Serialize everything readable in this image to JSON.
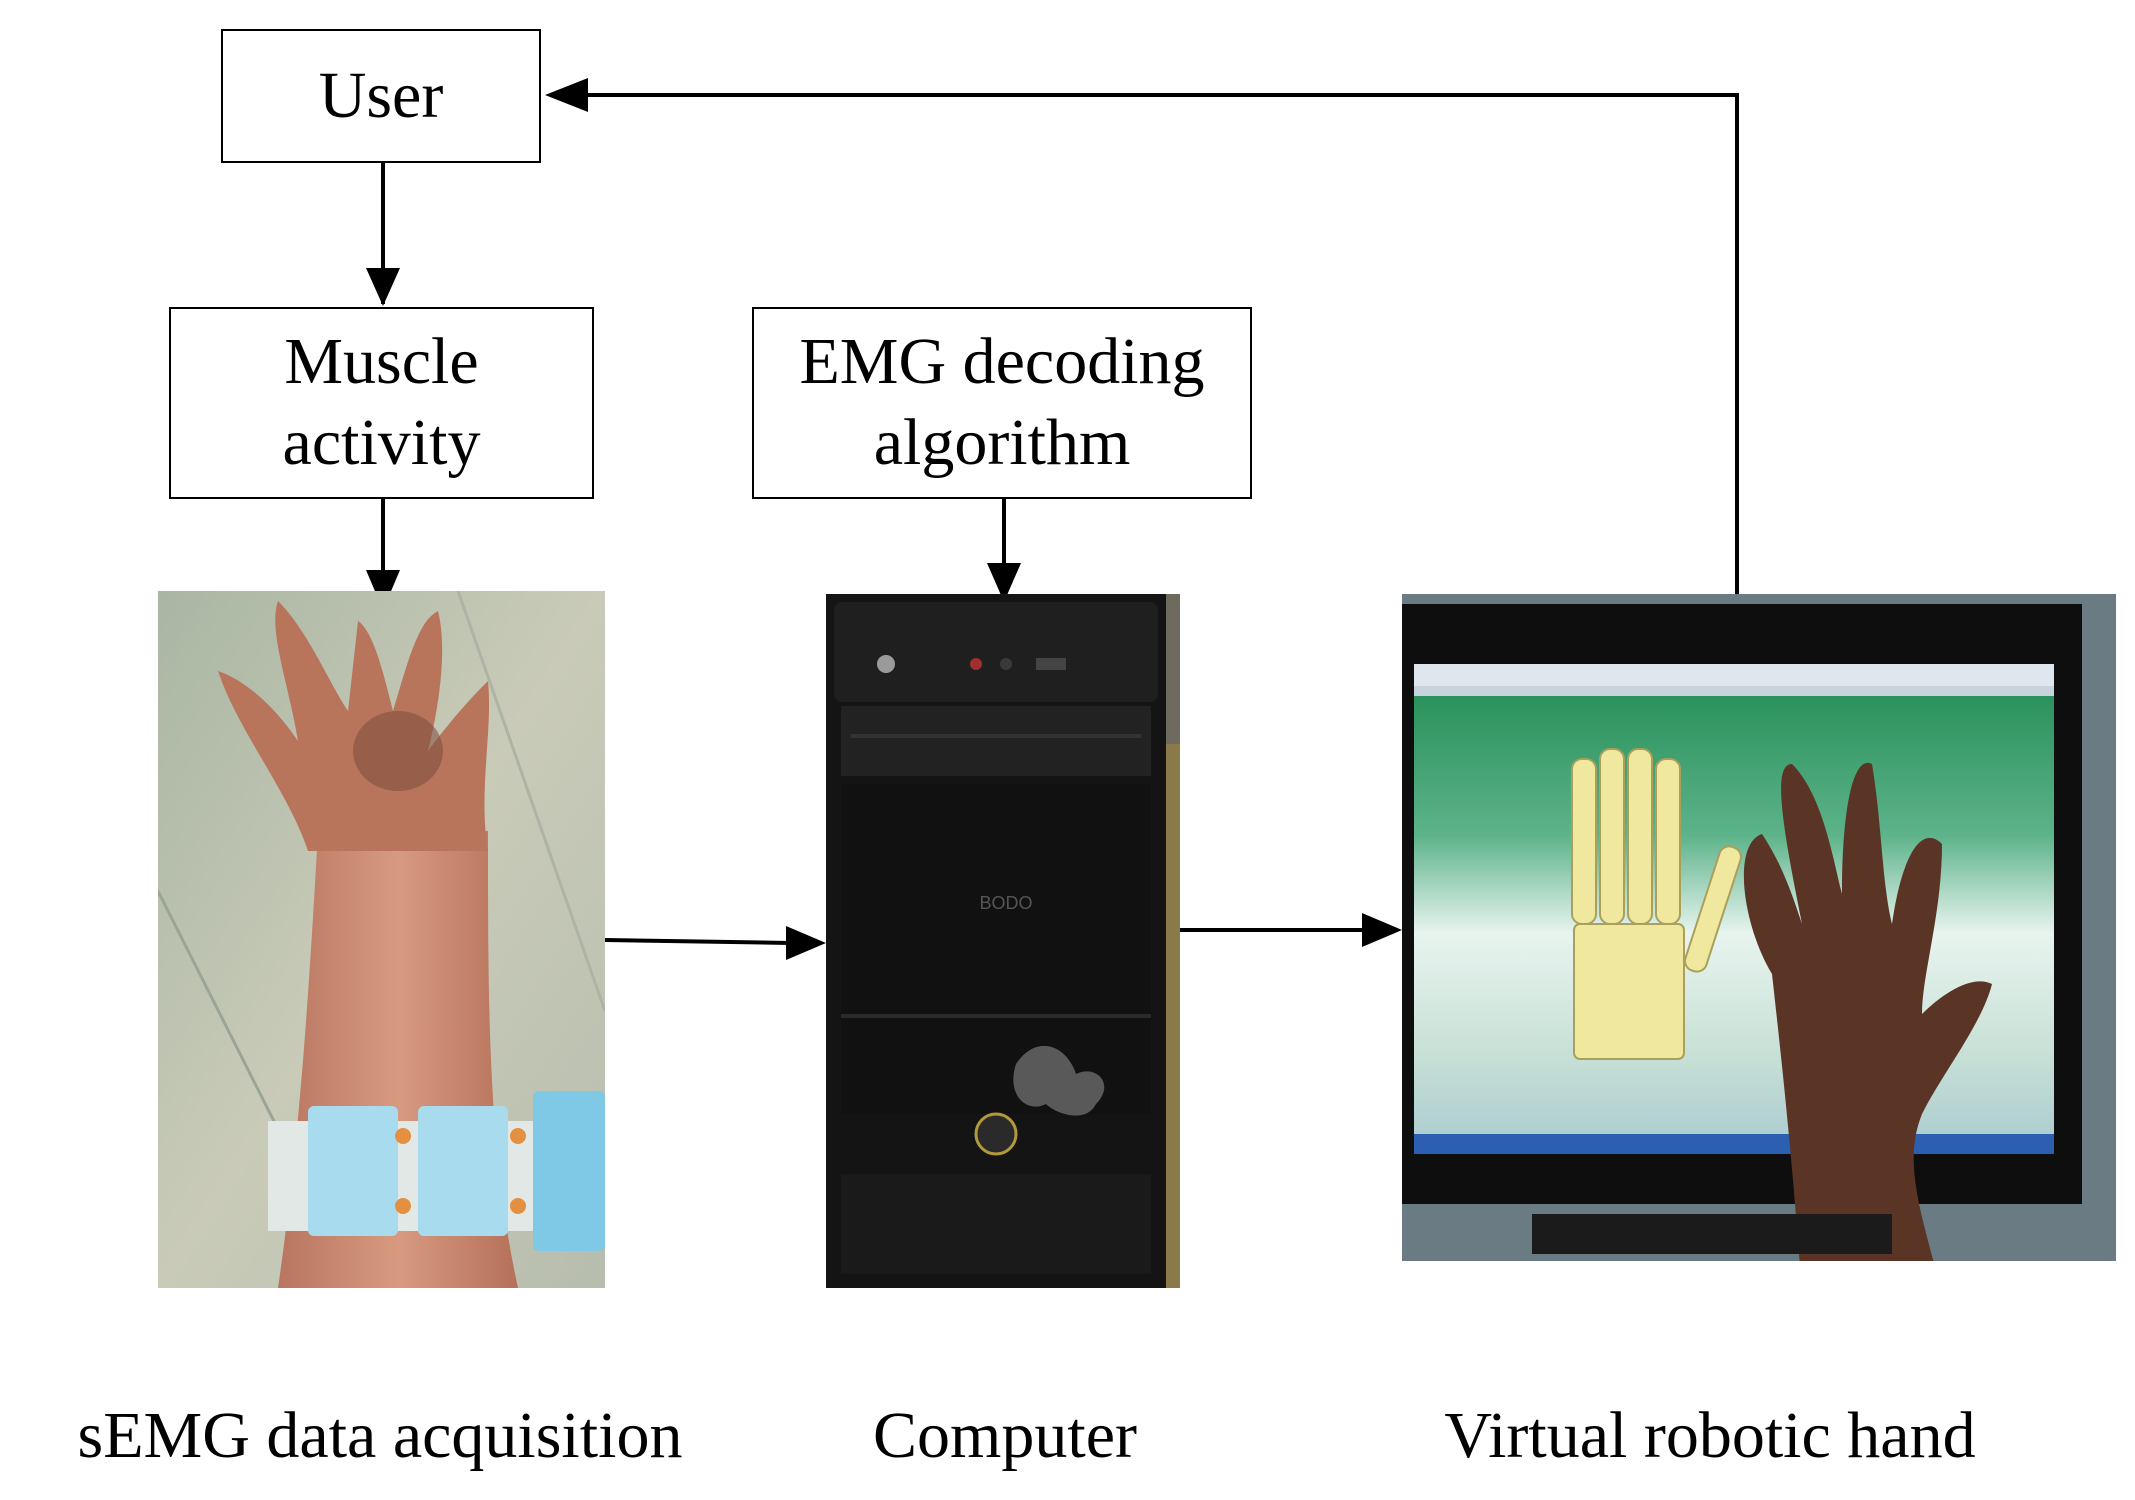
{
  "nodes": {
    "user": {
      "label": "User"
    },
    "muscle": {
      "line1": "Muscle",
      "line2": "activity"
    },
    "emg_decoding": {
      "line1": "EMG decoding",
      "line2": "algorithm"
    }
  },
  "captions": {
    "semg": "sEMG data acquisition",
    "computer": "Computer",
    "virtual_hand": "Virtual robotic hand"
  },
  "photos": {
    "forearm": "forearm-with-emg-armband-photo",
    "computer": "desktop-tower-computer-photo",
    "monitor": "monitor-with-virtual-hand-photo"
  },
  "colors": {
    "lines": "#000000",
    "skin": "#c98a6e",
    "armband": "#a9dbef",
    "tower": "#141414",
    "virtual_hand": "#f1e8a0",
    "screen_green": "#1f8a52"
  }
}
